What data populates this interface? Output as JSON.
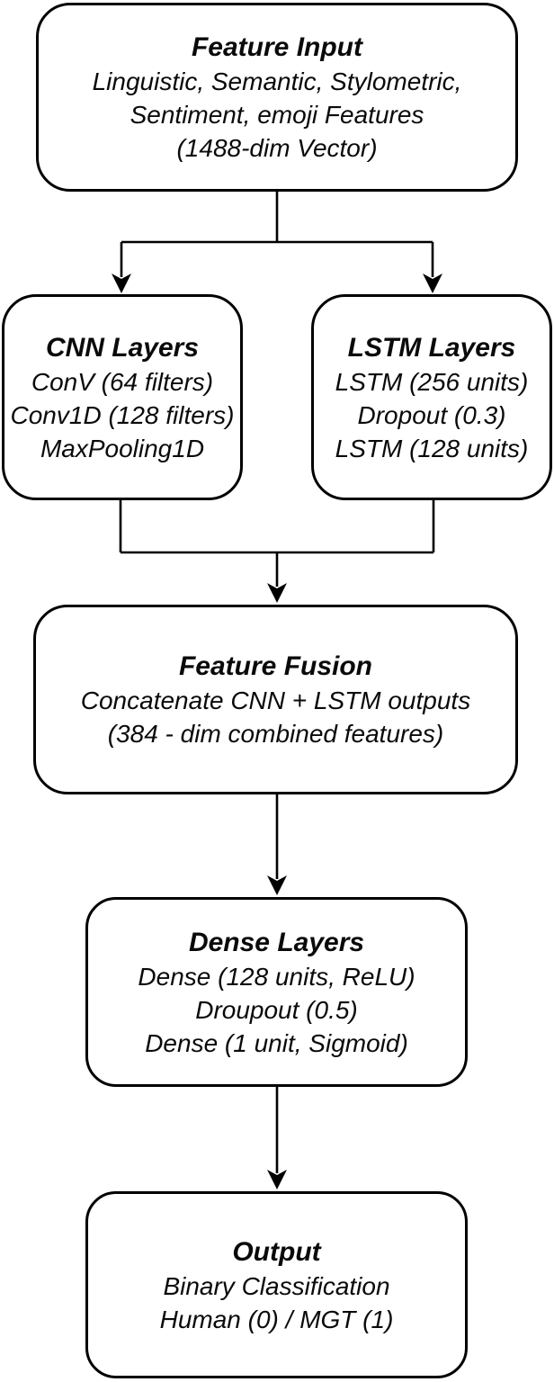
{
  "colors": {
    "background": "#ffffff",
    "border": "#000000",
    "text": "#0a0a0a",
    "connector": "#000000"
  },
  "boxes": {
    "feature_input": {
      "title": "Feature Input",
      "lines": [
        "Linguistic, Semantic, Stylometric,",
        "Sentiment, emoji Features",
        "(1488-dim Vector)"
      ]
    },
    "cnn": {
      "title": "CNN Layers",
      "lines": [
        "ConV (64 filters)",
        "Conv1D (128 filters)",
        "MaxPooling1D"
      ]
    },
    "lstm": {
      "title": "LSTM Layers",
      "lines": [
        "LSTM (256 units)",
        "Dropout (0.3)",
        "LSTM (128 units)"
      ]
    },
    "fusion": {
      "title": "Feature Fusion",
      "lines": [
        "Concatenate CNN + LSTM outputs",
        "(384 - dim combined features)"
      ]
    },
    "dense": {
      "title": "Dense Layers",
      "lines": [
        "Dense (128 units, ReLU)",
        "Droupout (0.5)",
        "Dense (1 unit, Sigmoid)"
      ]
    },
    "output": {
      "title": "Output",
      "lines": [
        "Binary Classification",
        "Human (0) / MGT (1)"
      ]
    }
  }
}
